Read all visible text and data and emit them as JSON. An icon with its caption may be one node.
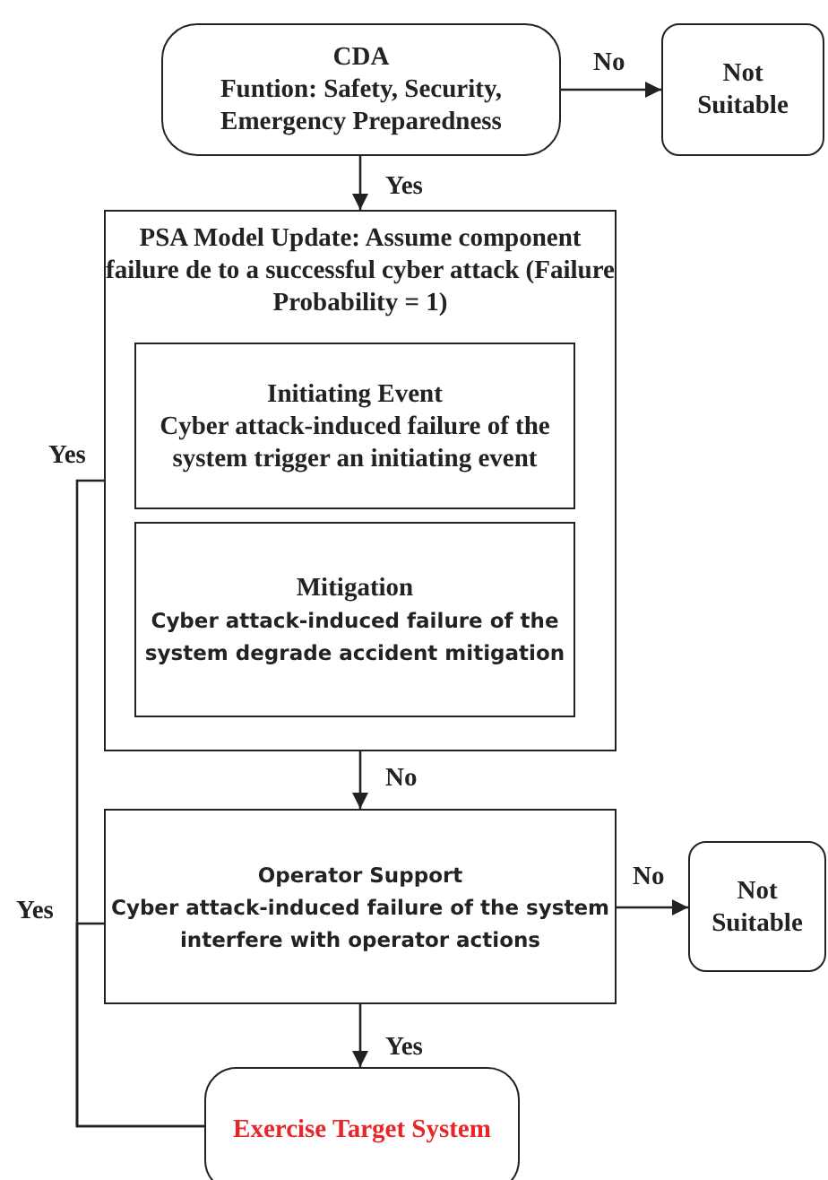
{
  "diagram": {
    "nodes": [
      {
        "text": [
          "CDA",
          "Funtion: Safety, Security, Emergency Preparedness"
        ]
      },
      {
        "text": [
          "Not Suitable"
        ]
      },
      {
        "text": [
          "PSA Model Update: Assume component failure de to a successful cyber attack (Failure Probability = 1)"
        ]
      },
      {
        "text": [
          "Initiating Event",
          "Cyber attack-induced failure of the system trigger an initiating event"
        ],
        "in": 2
      },
      {
        "text": [
          "Mitigation",
          "Cyber attack-induced failure of the system degrade accident mitigation"
        ],
        "in": 2
      },
      {
        "text": [
          "Operator Support",
          "Cyber attack-induced failure of the system interfere with operator actions"
        ]
      },
      {
        "text": [
          "Not Suitable"
        ]
      },
      {
        "text": [
          "Exercise Target System"
        ]
      }
    ],
    "edges": [
      {
        "from": 0,
        "to": 1,
        "arrow": "to",
        "label": "No"
      },
      {
        "from": 0,
        "to": 2,
        "arrow": "to",
        "label": "Yes"
      },
      {
        "from": 2,
        "to": 5,
        "arrow": "to",
        "label": "No"
      },
      {
        "from": 5,
        "to": 6,
        "arrow": "to",
        "label": "No"
      },
      {
        "from": 5,
        "to": 7,
        "arrow": "to",
        "label": "Yes"
      },
      {
        "from": 2,
        "to": 7,
        "arrow": "none",
        "label": "Yes"
      },
      {
        "from": 5,
        "to": 7,
        "arrow": "none",
        "label": "Yes"
      }
    ]
  }
}
